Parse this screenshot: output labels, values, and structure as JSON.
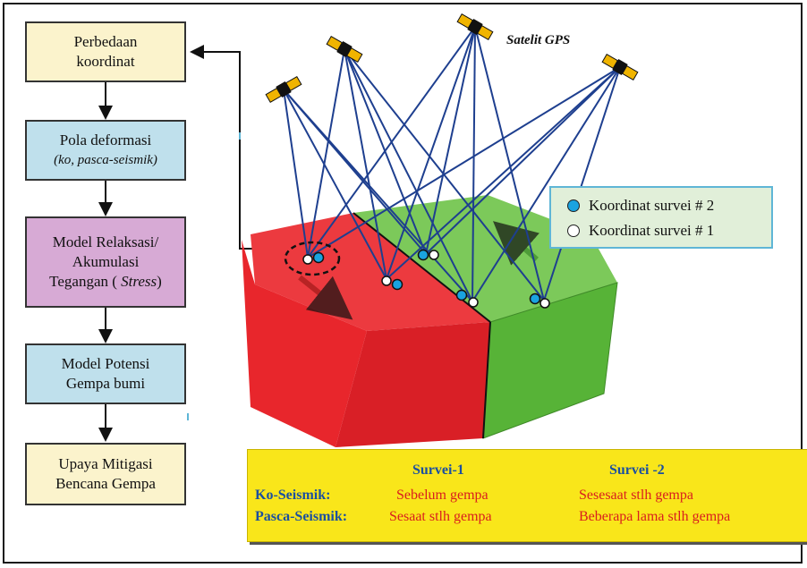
{
  "flow": {
    "box1": {
      "line1": "Perbedaan",
      "line2": "koordinat"
    },
    "box2": {
      "line1": "Pola deformasi",
      "line2": "(ko, pasca-seismik)"
    },
    "box3": {
      "line1": "Model Relaksasi/",
      "line2": "Akumulasi",
      "line3": "Tegangan ( ",
      "line3_italic": "Stress",
      "line3_end": ")"
    },
    "box4": {
      "line1": "Model Potensi",
      "line2": "Gempa bumi"
    },
    "box5": {
      "line1": "Upaya Mitigasi",
      "line2": "Bencana Gempa"
    }
  },
  "satellite_label": "Satelit GPS",
  "legend": {
    "items": [
      {
        "label": "Koordinat survei # 2",
        "color": "#1aa3e0"
      },
      {
        "label": "Koordinat survei # 1",
        "color": "#ffffff"
      }
    ]
  },
  "table": {
    "header1": "Survei-1",
    "header2": "Survei -2",
    "rows": [
      {
        "label": "Ko-Seismik:",
        "c1": "Sebelum gempa",
        "c2": "Sesesaat stlh gempa"
      },
      {
        "label": "Pasca-Seismik:",
        "c1": "Sesaat stlh gempa",
        "c2": "Beberapa lama stlh gempa"
      }
    ]
  },
  "colors": {
    "block_left": "#e8262c",
    "block_right": "#67c040",
    "signal_lines": "#1e3f8f",
    "satellite_body": "#f0b400"
  }
}
